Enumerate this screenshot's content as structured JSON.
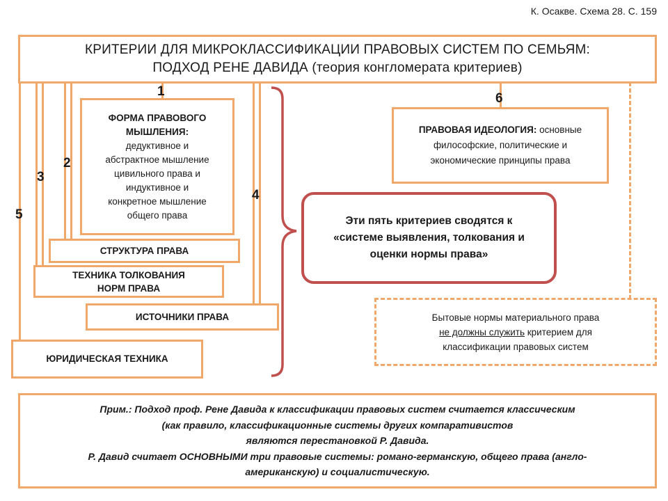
{
  "source_ref": "К. Осакве. Схема 28. С. 159",
  "title": {
    "line1": "КРИТЕРИИ ДЛЯ МИКРОКЛАССИФИКАЦИИ ПРАВОВЫХ СИСТЕМ ПО СЕМЬЯМ:",
    "line2_main": "ПОДХОД РЕНЕ ДАВИДА",
    "line2_sub": " (теория конгломерата критериев)"
  },
  "numbers": {
    "n1": "1",
    "n2": "2",
    "n3": "3",
    "n4": "4",
    "n5": "5",
    "n6": "6"
  },
  "criteria": {
    "form": {
      "heading1": "ФОРМА ПРАВОВОГО",
      "heading2": "МЫШЛЕНИЯ:",
      "line1": "дедуктивное и",
      "line2": "абстрактное мышление",
      "line3": "цивильного права и",
      "line4": "индуктивное и",
      "line5": "конкретное мышление",
      "line6": "общего права"
    },
    "structure": "СТРУКТУРА ПРАВА",
    "technique_line1": "ТЕХНИКА ТОЛКОВАНИЯ",
    "technique_line2": "НОРМ ПРАВА",
    "sources": "ИСТОЧНИКИ ПРАВА",
    "legal_technique": "ЮРИДИЧЕСКАЯ ТЕХНИКА"
  },
  "ideology": {
    "heading": "ПРАВОВАЯ ИДЕОЛОГИЯ:",
    "text1": " основные",
    "text2": "философские, политические и",
    "text3": "экономические принципы права"
  },
  "summary": {
    "line1": "Эти пять критериев сводятся к",
    "line2": "«системе выявления, толкования и",
    "line3": "оценки нормы права»"
  },
  "household": {
    "line1": "Бытовые нормы материального права",
    "line2_underlined": "не должны служить",
    "line2_rest": " критерием для",
    "line3": "классификации правовых систем"
  },
  "note": {
    "line1": "Прим.: Подход проф. Рене Давида к классификации правовых систем считается классическим",
    "line2": "(как правило, классификационные системы других компаративистов",
    "line3": "являются перестановкой  Р. Давида.",
    "line4": "Р. Давид считает ОСНОВНЫМИ три правовые системы: романо-германскую, общего права (англо-",
    "line5": "американскую) и социалистическую."
  },
  "colors": {
    "box_border": "#f0a76a",
    "bracket": "#c0504d",
    "summary_border": "#c0504d"
  }
}
